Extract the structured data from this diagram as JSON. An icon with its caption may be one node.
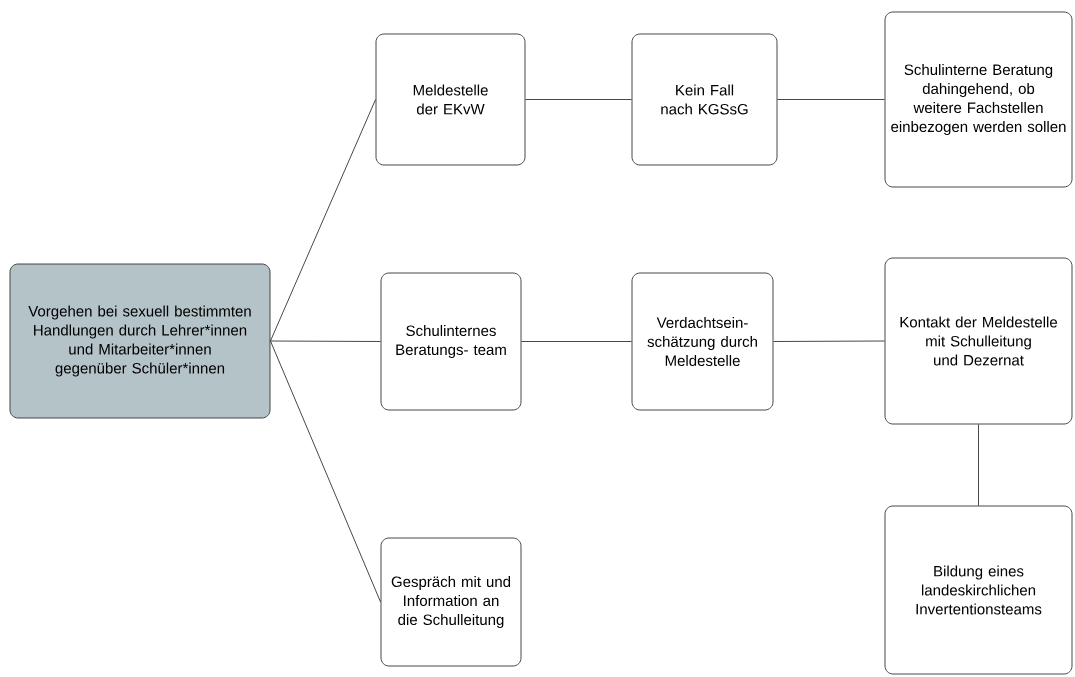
{
  "diagram": {
    "nodes": [
      {
        "text": [
          "Vorgehen bei sexuell bestimmten Handlungen durch Lehrer*innen und Mitarbeiter*innen gegenüber Schüler*innen"
        ]
      },
      {
        "text": [
          "Meldestelle der EKvW"
        ]
      },
      {
        "text": [
          "Schulinternes Beratungs- team"
        ]
      },
      {
        "text": [
          "Gespräch mit und Information an die Schulleitung"
        ]
      },
      {
        "text": [
          "Kein Fall nach KGSsG"
        ]
      },
      {
        "text": [
          "Verdachtsein- schätzung durch Meldestelle"
        ]
      },
      {
        "text": [
          "Schulinterne Beratung dahingehend, ob weitere Fachstellen einbezogen werden sollen"
        ]
      },
      {
        "text": [
          "Kontakt der Meldestelle mit Schulleitung und Dezernat"
        ]
      },
      {
        "text": [
          "Bildung eines landeskirchlichen Invertentionsteams"
        ]
      }
    ],
    "edges": [
      {
        "from": 0,
        "to": 1,
        "arrow": "none"
      },
      {
        "from": 0,
        "to": 2,
        "arrow": "none"
      },
      {
        "from": 0,
        "to": 3,
        "arrow": "none"
      },
      {
        "from": 1,
        "to": 4,
        "arrow": "none"
      },
      {
        "from": 4,
        "to": 6,
        "arrow": "none"
      },
      {
        "from": 2,
        "to": 5,
        "arrow": "none"
      },
      {
        "from": 5,
        "to": 7,
        "arrow": "none"
      },
      {
        "from": 7,
        "to": 8,
        "arrow": "none"
      }
    ]
  }
}
